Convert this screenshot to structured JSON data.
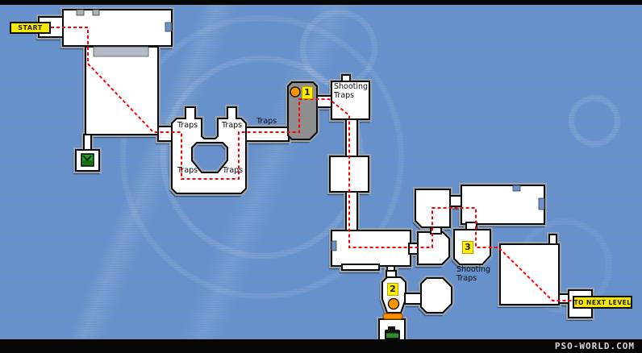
{
  "map": {
    "watermark": "PSO-WORLD.COM",
    "start_label": "START",
    "next_level_label": "TO NEXT LEVEL",
    "markers": {
      "m1": "1",
      "m2": "2",
      "m3": "3"
    },
    "trap_labels": [
      "Traps",
      "Traps",
      "Traps",
      "Traps",
      "Traps"
    ],
    "shooting_trap_labels": [
      "Shooting Traps",
      "Shooting Traps"
    ],
    "icons": {
      "warp": "warp-pad-icon",
      "item_box": "item-box-icon",
      "door": "door-bar-icon",
      "waypoint": "waypoint-dot-icon"
    },
    "colors": {
      "route": "#ff0000",
      "room_fill": "#ffffff",
      "gray_room_fill": "#8e8e8e",
      "badge_yellow": "#f6e800",
      "marker_orange": "#ff9400",
      "warp_green": "#28a028",
      "background_blue": "#6292d3"
    }
  }
}
